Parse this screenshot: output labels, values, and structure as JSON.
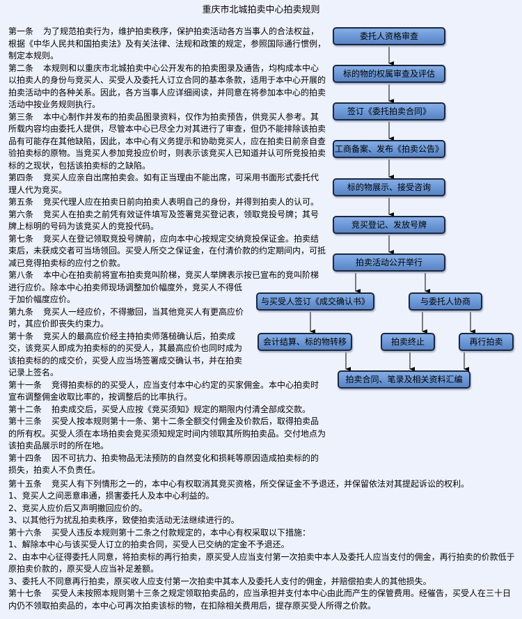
{
  "title": "重庆市北城拍卖中心拍卖规则",
  "articles": [
    {
      "num": "第一条",
      "text": "为了规范拍卖行为，维护拍卖秩序，保护拍卖活动各方当事人的合法权益，根据《中华人民共和国拍卖法》及有关法律、法规和政策的规定，参照国际通行惯例，制定本规则。"
    },
    {
      "num": "第二条",
      "text": "本规则和以重庆市北城拍卖中心公开发布的拍卖图录及通告，均构成本中心以拍卖人的身份与竞买人、买受人及委托人订立合同的基本条款，适用于本中心开展的拍卖活动中的各种关系。因此，各方当事人应详细阅读，并同意在将参加本中心的拍卖活动中按业务规则执行。"
    },
    {
      "num": "第三条",
      "text": "本中心制作并发布的拍卖品图录资料，仅作为拍卖预告，供竞买人参考。其所载内容均由委托人提供，尽管本中心已尽全力对其进行了审查，但仍不能排除该拍卖品有可能存在其他缺陷，因此，本中心有义务提示和协助竞买人，应在拍卖日前亲自查验拍卖标的原物。当竞买人参加竞投应价时，则表示该竞买人已知道并认可所竞投拍卖标的之现状，包括该拍卖标的之缺陷。"
    },
    {
      "num": "第四条",
      "text": "竞买人应亲自出席拍卖会。如有正当理由不能出席，可采用书面形式委托代理人代为竞买。"
    },
    {
      "num": "第五条",
      "text": "竞买代理人应在拍卖日前向拍卖人表明自己的身份，并得到拍卖人的认可。"
    },
    {
      "num": "第六条",
      "text": "竞买人在拍卖之前凭有效证件填写及签署竞买登记表，领取竞投号牌；其号牌上标明的号码为该竞买人的竞投代码。"
    },
    {
      "num": "第七条",
      "text": "竞买人在登记领取竞投号牌前，应向本中心按规定交纳竞投保证金。拍卖结束后，未获成交者可当场领回。买受人所交之保证金，在付清价款的约定期间内，可抵减已竞得拍卖标的应付之价款。"
    },
    {
      "num": "第八条",
      "text": "本中心在拍卖前将宣布拍卖竞叫阶梯，竞买人举牌表示按已宣布的竞叫阶梯进行应价。除本中心拍卖师现场调整加价幅度外，竞买人不得低于加价幅度应价。"
    },
    {
      "num": "第九条",
      "text": "竞买人一经应价，不得撤回，当其他竞买人有更高应价时，其应价即丧失约束力。"
    },
    {
      "num": "第十条",
      "text": "竞买人的最高应价经主持拍卖师落槌确认后，拍卖成交，该竞买人即成为拍卖标的的买受人，其最高应价也同时成为该拍卖标的的成交价，买受人应当场签署成交确认书，并在拍卖记录上签名。"
    },
    {
      "num": "第十一条",
      "text": "竞得拍卖标的的买受人，应当支付本中心约定的买家佣金。本中心拍卖时宣布调整佣金收取比率的，按调整后的比率执行。"
    },
    {
      "num": "第十二条",
      "text": "拍卖成交后，买受人应按《竞买须知》规定的期限内付清全部成交款。"
    },
    {
      "num": "第十三条",
      "text": "买受人按本规则第十一条、第十二条全额交付佣金及价款后，取得拍卖品的所有权。买受人须在本场拍卖会竞买须知规定时间内领取其所购拍卖品。交付地点为该拍卖品展示时的所在地。"
    },
    {
      "num": "第十四条",
      "text": "因不可抗力、拍卖物品无法预防的自然变化和损耗等原因造成拍卖标的的损失，拍卖人不负责任。"
    }
  ],
  "bottom": [
    {
      "num": "第十五条",
      "text": "竞买人有下列情形之一的，本中心有权取消其竞买资格，所交保证金不予退还，并保留依法对其提起诉讼的权利。"
    },
    {
      "text": "1、竞买人之间恶意串通，损害委托人及本中心利益的。"
    },
    {
      "text": "2、竞买人应价后又声明撤回应价的。"
    },
    {
      "text": "3、以其他行为扰乱拍卖秩序，致使拍卖活动无法继续进行的。"
    },
    {
      "num": "第十六条",
      "text": "买受人违反本规则第十二条之付款规定的，本中心有权采取以下措施："
    },
    {
      "text": "1、解除本中心与该买受人订立的拍卖合同，买受人已交纳的定金不予退还。"
    },
    {
      "text": "2、由本中心征得委托人同意，将拍卖标的再行拍卖，原买受人应当支付第一次拍卖中本人及委托人应当支付的佣金，再行拍卖的价款低于原拍卖价款的，原买受人应当补足差额。"
    },
    {
      "text": "3、委托人不同意再行拍卖，原买收人应支付第一次拍卖中其本人及委托人支付的佣金，并赔偿拍卖人的其他损失。"
    },
    {
      "num": "第十七条",
      "text": "买受人未按照本规则第十三条之规定领取拍卖品的，应当承担并支付本中心由此而产生的保管费用。经催告，买受人在三十日内仍不领取拍卖品的，本中心可再次拍卖该标的物，在扣除相关费用后，提存原买受人所得之价款。"
    }
  ],
  "flow": {
    "steps": [
      "委托人资格审查",
      "标的物的权属审查及评估",
      "签订《委托拍卖合同》",
      "工商备案、发布《拍卖公告》",
      "标的物展示、接受咨询",
      "竞买登记、发放号牌",
      "拍卖活动公开举行"
    ],
    "sign_confirmation": "与买受人签订《成交确认书》",
    "negotiate": "与委托人协商",
    "settlement": "会计结算、标的物转移",
    "terminate": "拍卖终止",
    "reauction": "再行拍卖",
    "archive": "拍卖合同、笔录及相关资料汇编"
  }
}
